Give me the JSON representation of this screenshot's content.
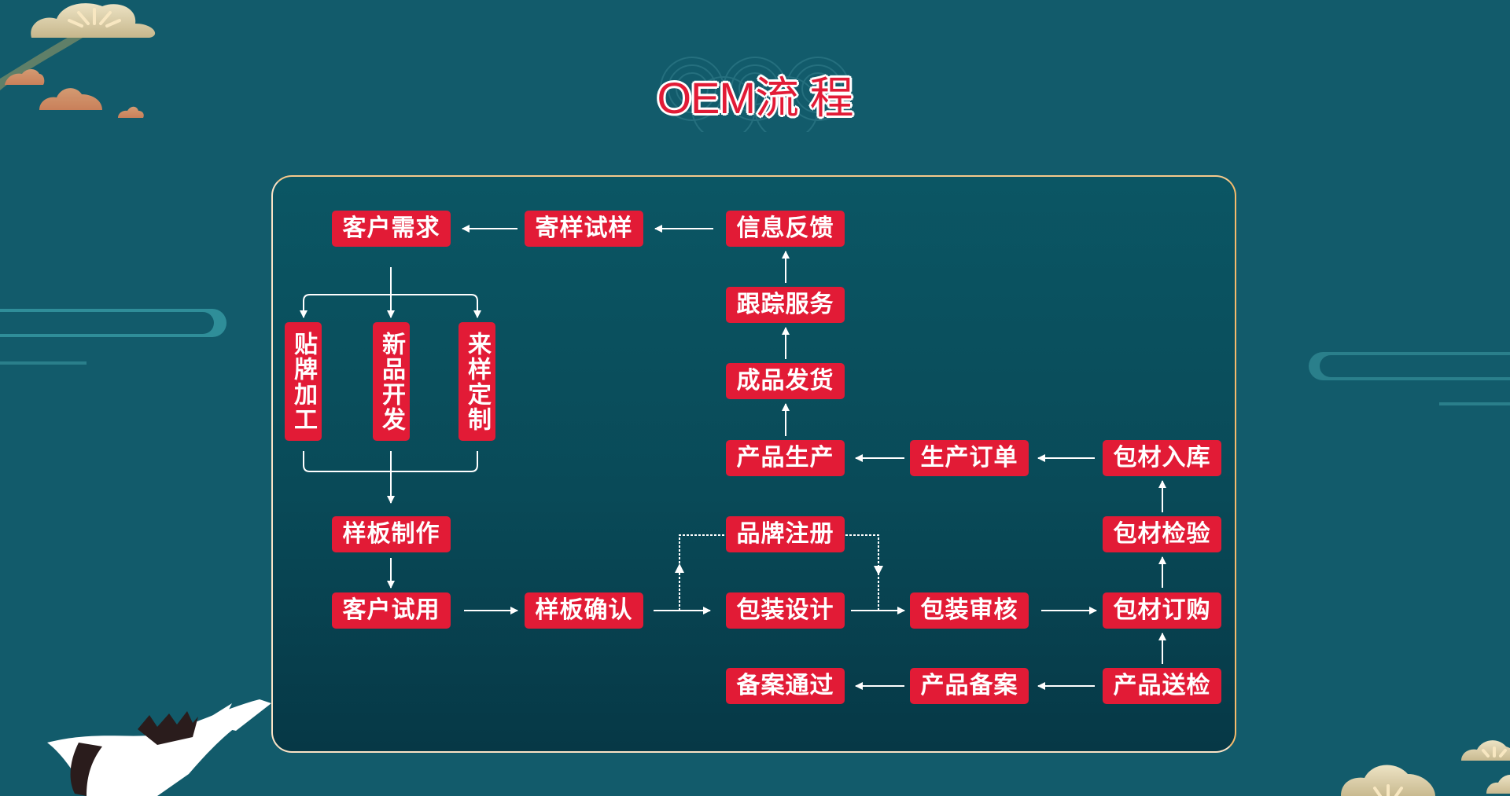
{
  "title": "OEM流 程",
  "colors": {
    "background": "#125b6b",
    "panel_top": "#0b5664",
    "panel_bottom": "#063846",
    "panel_border": "#fbe3c6",
    "node_fill": "#e21b36",
    "node_text": "#ffffff",
    "arrow": "#ffffff"
  },
  "nodes": {
    "customer_demand": "客户需求",
    "send_sample": "寄样试样",
    "info_feedback": "信息反馈",
    "tracking_service": "跟踪服务",
    "finished_shipping": "成品发货",
    "production": "产品生产",
    "production_order": "生产订单",
    "material_storage": "包材入库",
    "material_inspection": "包材检验",
    "sample_making": "样板制作",
    "brand_registration": "品牌注册",
    "customer_trial": "客户试用",
    "sample_confirm": "样板确认",
    "package_design": "包装设计",
    "package_review": "包装审核",
    "material_purchase": "包材订购",
    "filing_passed": "备案通过",
    "product_filing": "产品备案",
    "product_inspection": "产品送检"
  },
  "branches": {
    "oem_label": "贴牌加工",
    "new_product": "新品开发",
    "custom_sample": "来样定制"
  },
  "decorations": [
    "pine-cloud-top-left",
    "wave-lines-left",
    "wave-lines-right",
    "crane-bottom-left",
    "pine-cloud-bottom-right",
    "seigaiha-title-bg"
  ]
}
